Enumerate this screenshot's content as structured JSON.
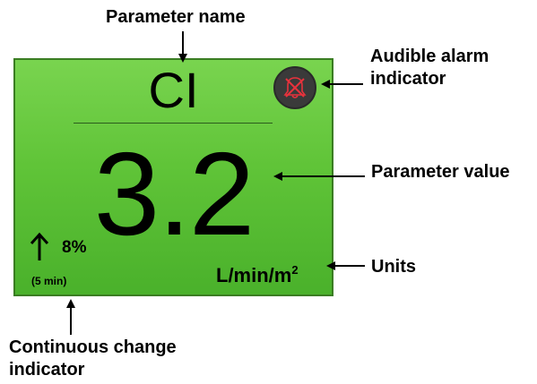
{
  "callouts": {
    "parameter_name": "Parameter name",
    "audible_alarm_line1": "Audible alarm",
    "audible_alarm_line2": "indicator",
    "parameter_value": "Parameter value",
    "units": "Units",
    "continuous_change_line1": "Continuous change",
    "continuous_change_line2": "indicator"
  },
  "tile": {
    "parameter_name": "CI",
    "parameter_value": "3.2",
    "change_percent": "8%",
    "change_interval": "(5 min)",
    "units_base": "L/min/m",
    "units_superscript": "2",
    "change_direction_icon": "up-arrow-icon",
    "alarm_icon": "alarm-off-bell-icon",
    "alarm_state": "silenced"
  },
  "colors": {
    "tile_green": "#60c438",
    "alarm_circle": "#3a3a3a",
    "alarm_symbol": "#e8323c",
    "text": "#000000"
  }
}
